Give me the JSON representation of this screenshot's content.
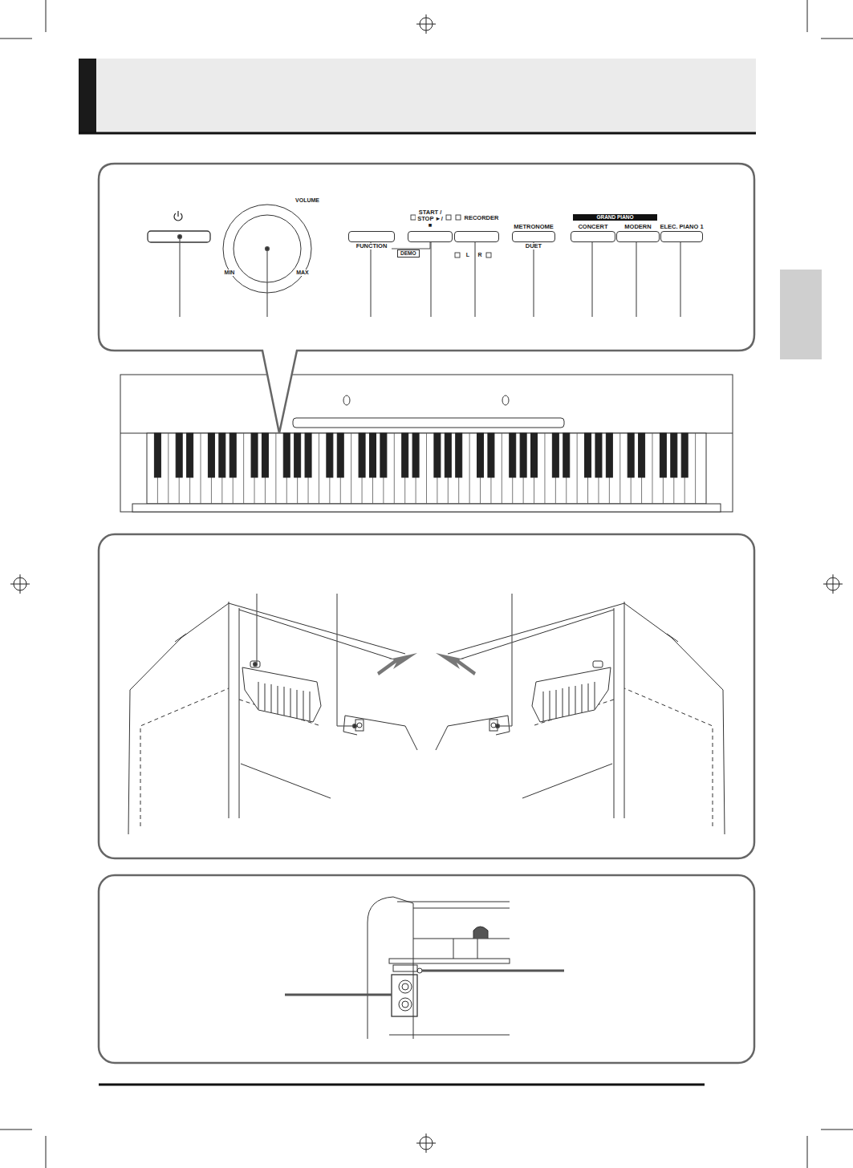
{
  "diagram": {
    "nodes": [
      {
        "text": [
          "FUNCTION"
        ]
      },
      {
        "text": [
          "DEMO"
        ]
      },
      {
        "text": [
          "START / STOP ►/■"
        ]
      },
      {
        "text": [
          "RECORDER"
        ]
      },
      {
        "text": [
          "METRONOME",
          "DUET"
        ]
      },
      {
        "text": [
          "GRAND PIANO"
        ]
      },
      {
        "text": [
          "CONCERT"
        ]
      },
      {
        "text": [
          "MODERN"
        ]
      },
      {
        "text": [
          "ELEC. PIANO 1"
        ]
      }
    ],
    "labels": [
      "VOLUME",
      "MIN",
      "MAX",
      "L",
      "R"
    ]
  }
}
